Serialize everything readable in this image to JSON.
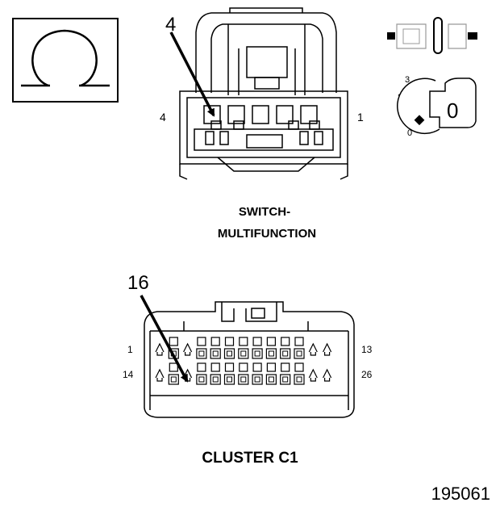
{
  "meter": {
    "symbol": "Ω",
    "icon": "ohm-icon"
  },
  "switch_connector": {
    "pointer_label": "4",
    "left_pin": "4",
    "right_pin": "1",
    "title_line1": "SWITCH-",
    "title_line2": "MULTIFUNCTION"
  },
  "ignition": {
    "positions": [
      "3",
      "2",
      "1",
      "0"
    ],
    "key_position": "0",
    "icons": [
      "connector-separate-icon",
      "ignition-key-icon"
    ]
  },
  "cluster_connector": {
    "pointer_label": "16",
    "pin_top_left": "1",
    "pin_top_right": "13",
    "pin_bottom_left": "14",
    "pin_bottom_right": "26",
    "title": "CLUSTER C1"
  },
  "figure_number": "195061"
}
